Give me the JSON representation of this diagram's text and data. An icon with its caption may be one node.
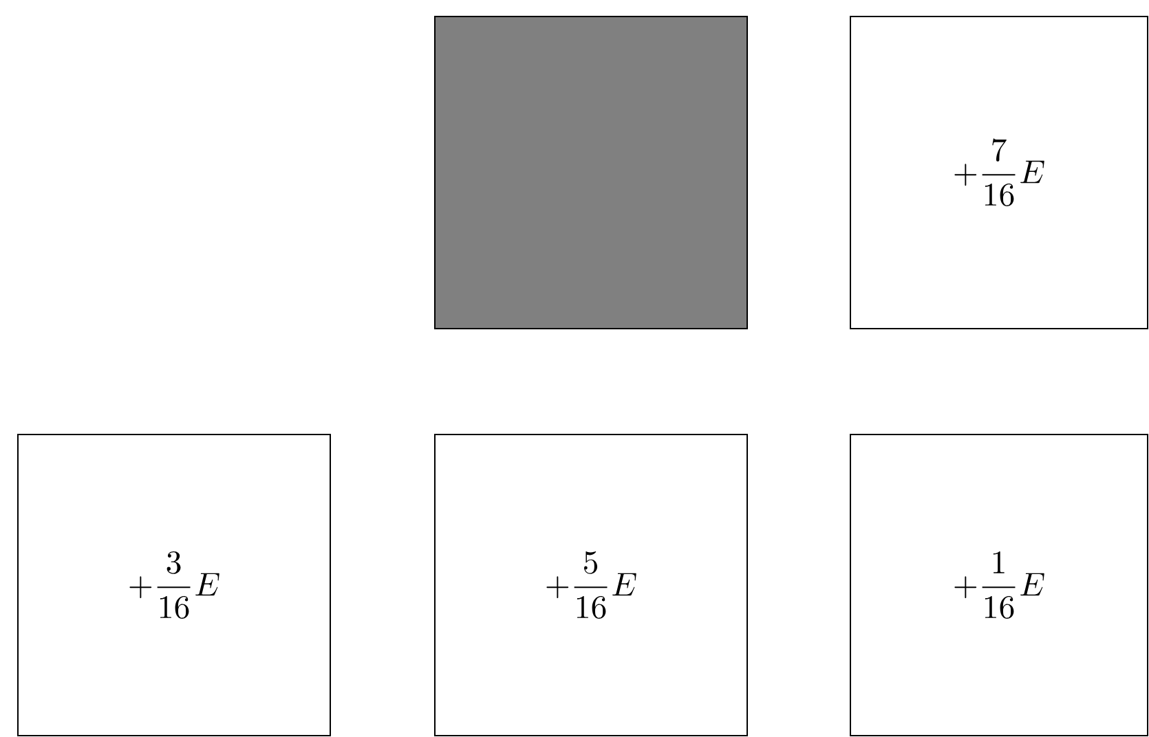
{
  "diagram": {
    "nodes": [
      {
        "text": [],
        "shape": "box"
      },
      {
        "text": [
          "+\\frac{7}{16}E"
        ]
      },
      {
        "text": [
          "+\\frac{3}{16}E"
        ]
      },
      {
        "text": [
          "+\\frac{5}{16}E"
        ]
      },
      {
        "text": [
          "+\\frac{1}{16}E"
        ]
      }
    ],
    "edges": []
  }
}
